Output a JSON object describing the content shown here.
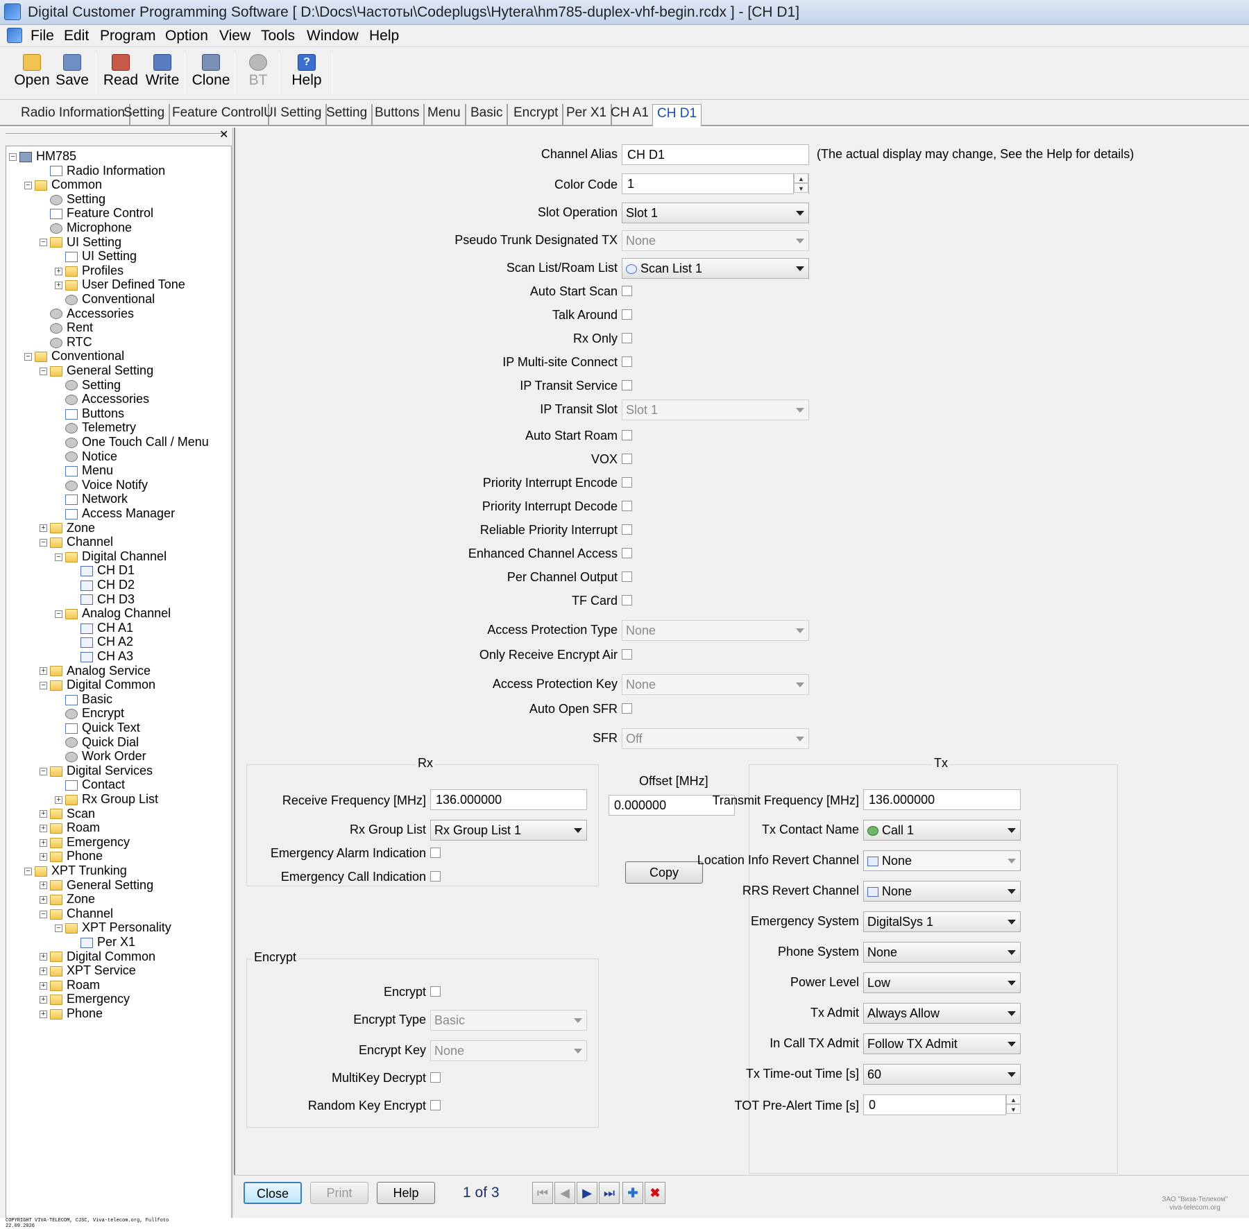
{
  "window": {
    "title": "Digital Customer Programming Software [ D:\\Docs\\Частоты\\Codeplugs\\Hytera\\hm785-duplex-vhf-begin.rcdx ] - [CH D1]"
  },
  "menu": [
    "File",
    "Edit",
    "Program",
    "Option",
    "View",
    "Tools",
    "Window",
    "Help"
  ],
  "toolbar": {
    "open": "Open",
    "save": "Save",
    "read": "Read",
    "write": "Write",
    "clone": "Clone",
    "bt": "BT",
    "help": "Help"
  },
  "tabs": [
    "Radio Information",
    "Setting",
    "Feature Control",
    "UI Setting",
    "Setting",
    "Buttons",
    "Menu",
    "Basic",
    "Encrypt",
    "Per X1",
    "CH A1",
    "CH D1"
  ],
  "tree": [
    "HM785",
    "Radio Information",
    "Common",
    "Setting",
    "Feature Control",
    "Microphone",
    "UI Setting",
    "UI Setting",
    "Profiles",
    "User Defined Tone",
    "Conventional",
    "Accessories",
    "Rent",
    "RTC",
    "Conventional",
    "General Setting",
    "Setting",
    "Accessories",
    "Buttons",
    "Telemetry",
    "One Touch Call / Menu",
    "Notice",
    "Menu",
    "Voice Notify",
    "Network",
    "Access Manager",
    "Zone",
    "Channel",
    "Digital Channel",
    "CH D1",
    "CH D2",
    "CH D3",
    "Analog Channel",
    "CH A1",
    "CH A2",
    "CH A3",
    "Analog Service",
    "Digital Common",
    "Basic",
    "Encrypt",
    "Quick Text",
    "Quick Dial",
    "Work Order",
    "Digital Services",
    "Contact",
    "Rx Group List",
    "Scan",
    "Roam",
    "Emergency",
    "Phone",
    "XPT Trunking",
    "General Setting",
    "Zone",
    "Channel",
    "XPT Personality",
    "Per X1",
    "Digital Common",
    "XPT Service",
    "Roam",
    "Emergency",
    "Phone"
  ],
  "form": {
    "channel_alias_label": "Channel Alias",
    "channel_alias": "CH D1",
    "alias_note": "(The actual display may change, See the Help for details)",
    "color_code_label": "Color Code",
    "color_code": "1",
    "slot_operation_label": "Slot Operation",
    "slot_operation": "Slot 1",
    "pseudo_trunk_label": "Pseudo Trunk Designated TX",
    "pseudo_trunk": "None",
    "scan_list_label": "Scan List/Roam List",
    "scan_list": "Scan List 1",
    "auto_start_scan": "Auto Start Scan",
    "talk_around": "Talk Around",
    "rx_only": "Rx Only",
    "ip_multisite": "IP Multi-site Connect",
    "ip_transit_service": "IP Transit Service",
    "ip_transit_slot_label": "IP Transit Slot",
    "ip_transit_slot": "Slot 1",
    "auto_start_roam": "Auto Start Roam",
    "vox": "VOX",
    "prio_encode": "Priority Interrupt Encode",
    "prio_decode": "Priority Interrupt Decode",
    "reliable_prio": "Reliable Priority Interrupt",
    "enhanced_access": "Enhanced Channel Access",
    "per_channel_output": "Per Channel Output",
    "tf_card": "TF Card",
    "access_prot_type_label": "Access Protection Type",
    "access_prot_type": "None",
    "only_rx_encrypt": "Only Receive Encrypt Air",
    "access_prot_key_label": "Access Protection Key",
    "access_prot_key": "None",
    "auto_open_sfr": "Auto Open SFR",
    "sfr_label": "SFR",
    "sfr": "Off"
  },
  "rx": {
    "title": "Rx",
    "freq_label": "Receive Frequency [MHz]",
    "freq": "136.000000",
    "group_list_label": "Rx Group List",
    "group_list": "Rx Group List 1",
    "emerg_alarm": "Emergency Alarm Indication",
    "emerg_call": "Emergency Call Indication"
  },
  "offset": {
    "title": "Offset [MHz]",
    "value": "0.000000",
    "copy": "Copy"
  },
  "encrypt": {
    "title": "Encrypt",
    "encrypt": "Encrypt",
    "type_label": "Encrypt Type",
    "type": "Basic",
    "key_label": "Encrypt Key",
    "key": "None",
    "multikey": "MultiKey Decrypt",
    "random_key": "Random Key Encrypt"
  },
  "tx": {
    "title": "Tx",
    "freq_label": "Transmit Frequency [MHz]",
    "freq": "136.000000",
    "contact_label": "Tx Contact Name",
    "contact": "Call 1",
    "loc_revert_label": "Location Info Revert Channel",
    "loc_revert": "None",
    "rrs_revert_label": "RRS Revert Channel",
    "rrs_revert": "None",
    "emerg_sys_label": "Emergency System",
    "emerg_sys": "DigitalSys 1",
    "phone_sys_label": "Phone System",
    "phone_sys": "None",
    "power_label": "Power Level",
    "power": "Low",
    "admit_label": "Tx Admit",
    "admit": "Always Allow",
    "incall_admit_label": "In Call TX Admit",
    "incall_admit": "Follow TX Admit",
    "timeout_label": "Tx Time-out Time [s]",
    "timeout": "60",
    "prealert_label": "TOT Pre-Alert Time [s]",
    "prealert": "0"
  },
  "bottom": {
    "close": "Close",
    "print": "Print",
    "help": "Help",
    "page": "1 of 3"
  },
  "watermark": {
    "line1": "ЗАО \"Виза-Телеком\"",
    "line2": "viva-telecom.org"
  },
  "copyright": "COPYRIGHT VIVA-TELECOM, CJSC, Viva-telecom.org, Fullfoto",
  "date": "22.09.2026"
}
